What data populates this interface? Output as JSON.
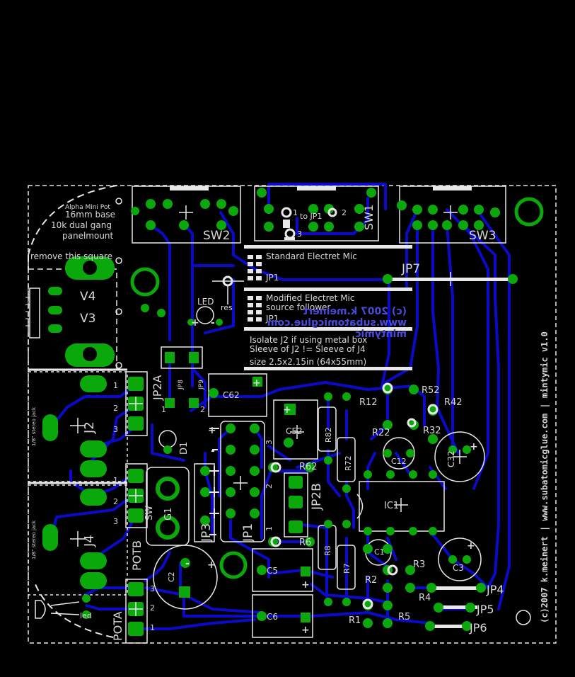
{
  "board": {
    "sw2": "SW2",
    "sw1": "SW1",
    "sw3": "SW3",
    "sw1_pin1": "1",
    "sw1_pin2": "2",
    "sw1_pin3": "3",
    "sw1_to_jp1": "to JP1",
    "alpha_pot": "Alpha Mini Pot",
    "pot_16mm": "16mm base",
    "pot_10k": "10k dual gang",
    "pot_panel": "panelmount",
    "remove_square": "remove this square",
    "v4": "V4",
    "v3": "V3",
    "led": "LED",
    "res": "res",
    "std_electret": "Standard Electret Mic",
    "jp1_a": "JP1",
    "mod_electret": "Modified Electret Mic",
    "source_follower": "source follower",
    "jp1_b": "JP1",
    "copyright_blue": "(c) 2007 k.meinert",
    "url_blue": "www.subatomicglue.com",
    "mintymic_blue": "mintymic",
    "isolate_j2": "Isolate J2 if using metal box",
    "sleeve_j2": "Sleeve of J2 != Sleeve of J4",
    "size": "size 2.5x2.15in (64x55mm)",
    "jp7": "JP7",
    "vertical_credit": "(c)2007 k.meinert | www.subatomicglue.com | mintymic v1.0",
    "jp2a": "JP2A",
    "jp8": "JP8",
    "jp9": "JP9",
    "jp9_1": "1",
    "jp9_2": "2",
    "c62": "C62",
    "c52": "C52",
    "r62": "R62",
    "r52": "R52",
    "r42": "R42",
    "r32": "R32",
    "r22": "R22",
    "r12": "R12",
    "c12": "C12",
    "c32": "C32",
    "r72": "R72",
    "r82": "R82",
    "j2": "J2",
    "j4": "J4",
    "stereo_jack": "1/8\" stereo jack",
    "d1": "D1",
    "sw4": "SW",
    "g1": "G1",
    "jp3": "JP3",
    "jp1": "JP1",
    "jp2b": "JP2B",
    "ic1": "IC1",
    "r6": "R6",
    "r8": "R8",
    "r7": "R7",
    "c1": "C1",
    "c2": "C2",
    "c3": "C3",
    "c5": "C5",
    "c6": "C6",
    "r1": "R1",
    "r2": "R2",
    "r3": "R3",
    "r4": "R4",
    "r5": "R5",
    "jp4": "JP4",
    "jp5": "JP5",
    "jp6": "JP6",
    "potb": "POTB",
    "pota": "POTA",
    "led_small": "led",
    "pin1": "1",
    "pin2": "2",
    "pin3": "3"
  },
  "colors": {
    "background": "#000000",
    "silkscreen": "#d8d8d8",
    "top_copper": "#0a0ac8",
    "pad": "#0aa80a",
    "outline": "#e8e8e8"
  }
}
